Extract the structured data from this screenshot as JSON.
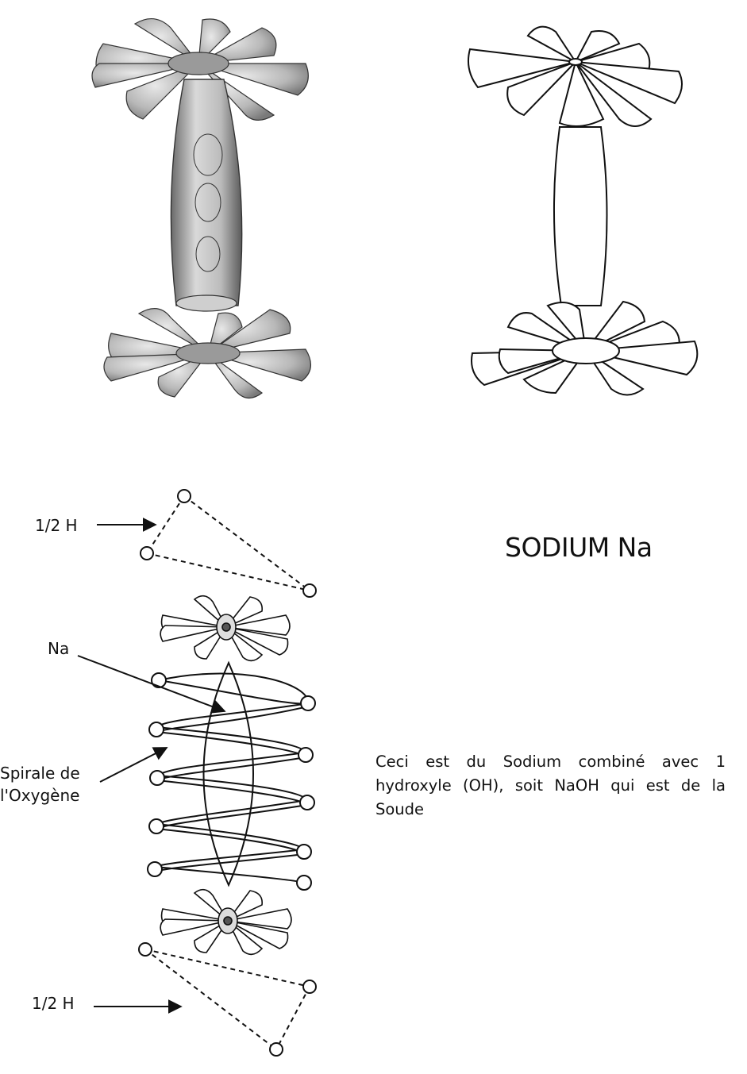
{
  "title": "SODIUM Na",
  "description": "Ceci est du Sodium combiné avec 1 hydroxyle (OH), soit NaOH qui est de la Soude",
  "labels": {
    "half_h_top": "1/2 H",
    "half_h_bottom": "1/2 H",
    "na": "Na",
    "spiral_line1": "Spirale de",
    "spiral_line2": "l'Oxygène"
  },
  "colors": {
    "ink": "#111111",
    "sketch_shade": "#bdbdbd",
    "background": "#ffffff"
  }
}
